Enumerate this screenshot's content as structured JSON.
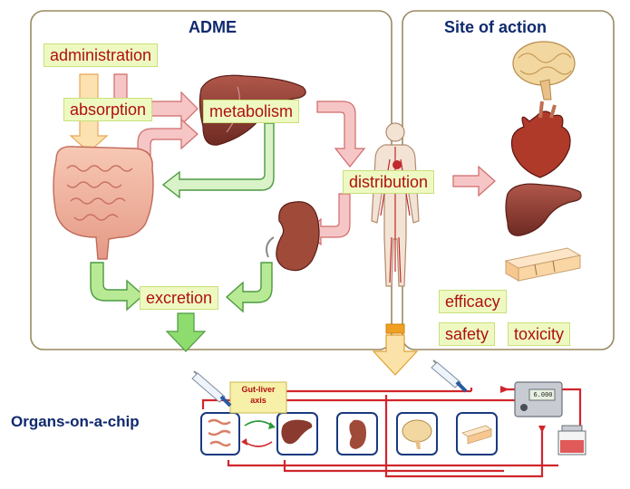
{
  "titles": {
    "adme": "ADME",
    "site_of_action": "Site of action",
    "organs_on_a_chip": "Organs-on-a-chip"
  },
  "labels": {
    "administration": "administration",
    "absorption": "absorption",
    "metabolism": "metabolism",
    "distribution": "distribution",
    "excretion": "excretion",
    "efficacy": "efficacy",
    "safety": "safety",
    "toxicity": "toxicity",
    "gut_liver_axis_line1": "Gut-liver",
    "gut_liver_axis_line2": "axis"
  },
  "device": {
    "display_value": "6.000"
  },
  "colors": {
    "panel_border": "#9a8a60",
    "label_bg": "#eef9c2",
    "label_text": "#b01010",
    "title_text": "#102a6e",
    "green_arrow": "#7fd06a",
    "pink_arrow": "#f4b8b8",
    "yellow_arrow": "#f7d478",
    "circuit_red": "#d0262b"
  }
}
